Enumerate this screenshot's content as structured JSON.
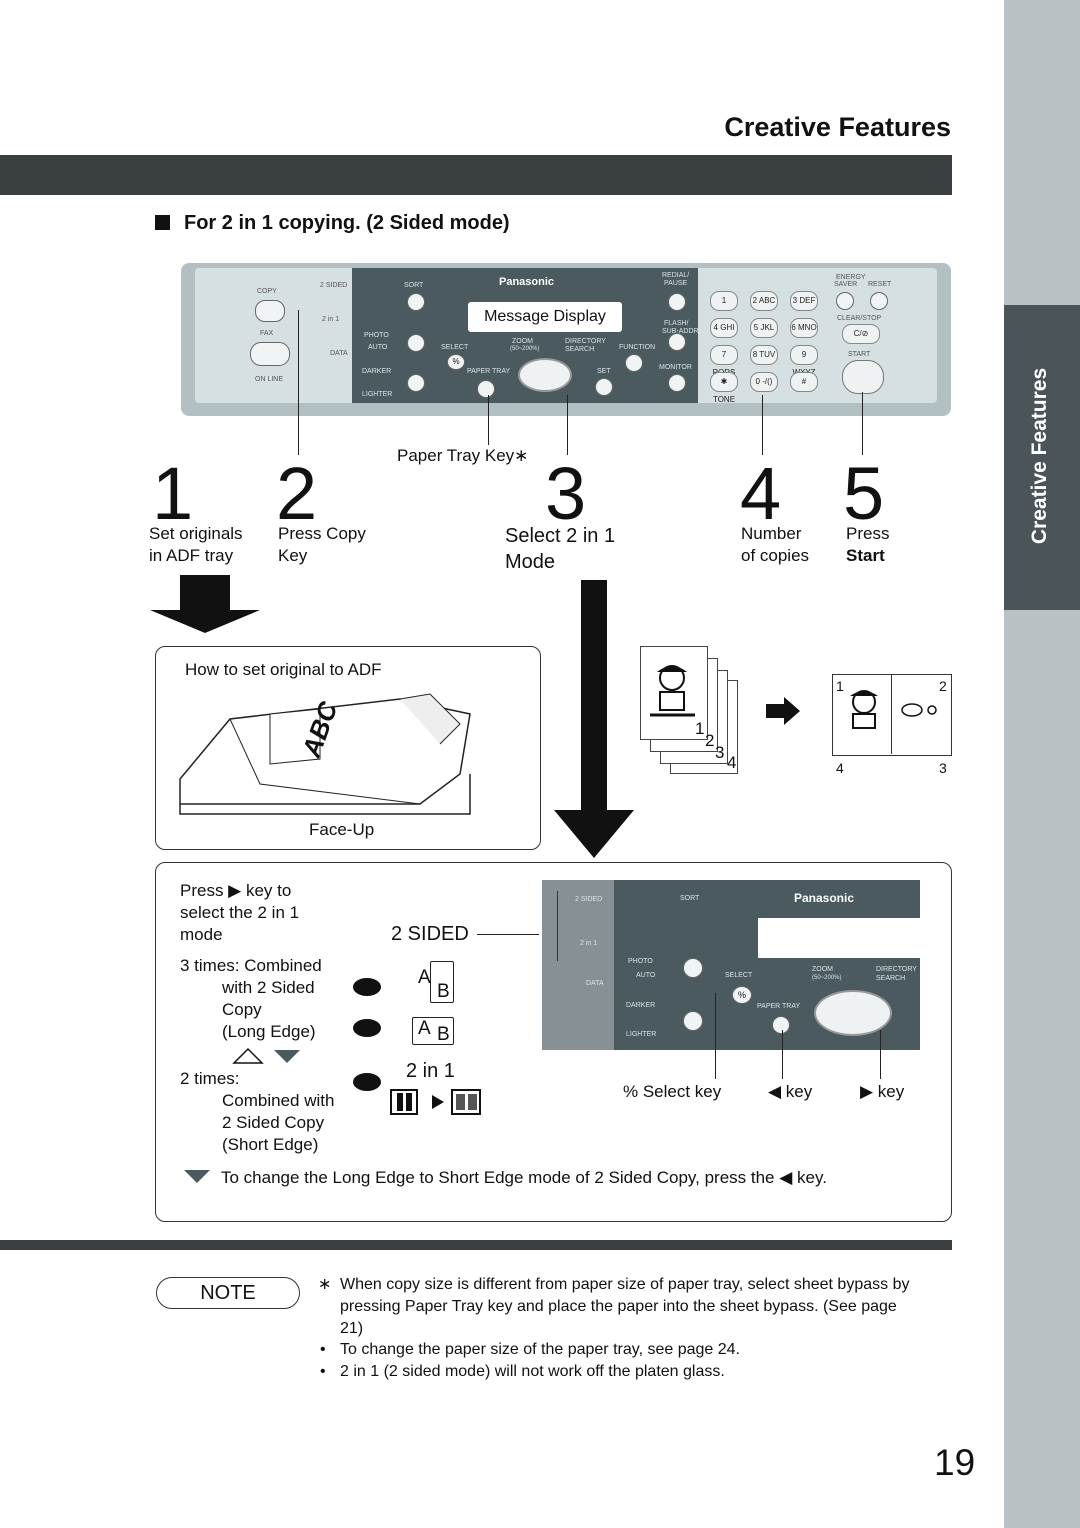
{
  "header": {
    "title": "Creative Features"
  },
  "sidebar": {
    "tab_label": "Creative Features"
  },
  "section": {
    "heading": "For 2 in 1 copying. (2 Sided mode)"
  },
  "control_panel": {
    "brand": "Panasonic",
    "message_display": "Message Display",
    "labels": {
      "copy": "COPY",
      "fax": "FAX",
      "on_line": "ON LINE",
      "two_sided": "2 SIDED",
      "two_in_one": "2 in 1",
      "sort": "SORT",
      "photo": "PHOTO",
      "auto": "AUTO",
      "data": "DATA",
      "darker": "DARKER",
      "lighter": "LIGHTER",
      "select": "SELECT",
      "zoom": "ZOOM",
      "zoom_range": "(50~200%)",
      "directory": "DIRECTORY",
      "search": "SEARCH",
      "function": "FUNCTION",
      "paper_tray": "PAPER TRAY",
      "set": "SET",
      "redial": "REDIAL/",
      "pause": "PAUSE",
      "flash": "FLASH/",
      "sub_addr": "SUB-ADDR",
      "monitor": "MONITOR",
      "energy": "ENERGY",
      "saver": "SAVER",
      "reset": "RESET",
      "clear_stop": "CLEAR/STOP",
      "clear_key": "C/⊘",
      "start": "START",
      "percent": "%"
    },
    "keypad": [
      "1",
      "2 ABC",
      "3 DEF",
      "4 GHI",
      "5 JKL",
      "6 MNO",
      "7 PQRS",
      "8 TUV",
      "9 WXYZ",
      "✱ TONE",
      "0 -/()",
      "#"
    ]
  },
  "callout_paper_tray": "Paper Tray Key∗",
  "steps": [
    {
      "num": "1",
      "line1": "Set originals",
      "line2": "in ADF tray"
    },
    {
      "num": "2",
      "line1": "Press Copy",
      "line2": "Key"
    },
    {
      "num": "3",
      "line1": "Select 2 in 1",
      "line2": "Mode"
    },
    {
      "num": "4",
      "line1": "Number",
      "line2": "of copies"
    },
    {
      "num": "5",
      "line1": "Press",
      "line2": "Start"
    }
  ],
  "adf_box": {
    "title": "How to set original to ADF",
    "caption": "Face-Up",
    "abc": "ABC"
  },
  "stack_numbers": [
    "1",
    "2",
    "3",
    "4"
  ],
  "result_numbers": [
    "1",
    "2",
    "4",
    "3"
  ],
  "mode_box": {
    "press_line1": "Press ▶ key to",
    "press_line2": "select the 2 in 1",
    "press_line3": "mode",
    "two_sided": "2 SIDED",
    "three_times_1": "3 times: Combined",
    "three_times_2": "with 2 Sided",
    "three_times_3": "Copy",
    "three_times_4": "(Long Edge)",
    "two_times_1": "2 times:",
    "two_times_2": "Combined with",
    "two_times_3": "2 Sided Copy",
    "two_times_4": "(Short Edge)",
    "two_in_one": "2 in 1",
    "letter_a": "A",
    "letter_b": "B",
    "select_key": "% Select key",
    "left_key": "◀ key",
    "right_key": "▶ key",
    "tip": "To change the Long Edge to Short Edge mode of 2 Sided Copy, press the ◀ key."
  },
  "note": {
    "label": "NOTE",
    "star_line1": "When copy size is different from paper size of paper tray, select sheet bypass by",
    "star_line2": "pressing Paper Tray key and place the paper into the sheet bypass. (See page",
    "star_line3": "21)",
    "bullet1": "To change the paper size of the paper tray, see page 24.",
    "bullet2": "2 in 1 (2 sided mode) will not work off the platen glass."
  },
  "page_number": "19"
}
